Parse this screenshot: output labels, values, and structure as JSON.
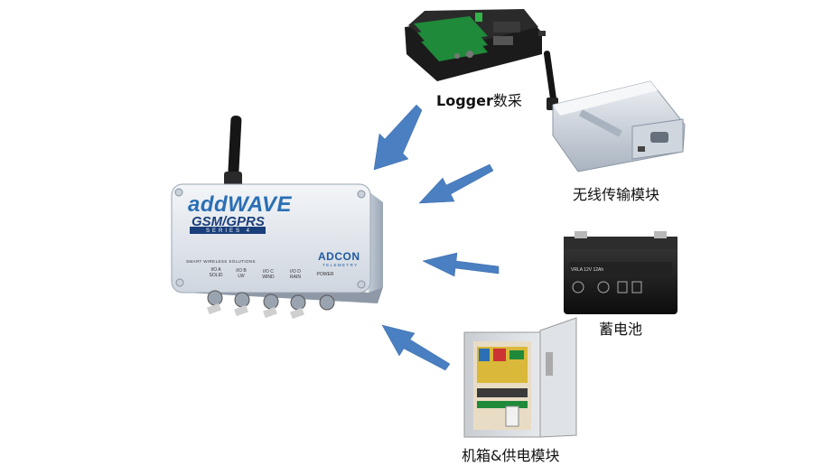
{
  "labels": {
    "logger_en": "Logger",
    "logger_cn": "数采",
    "gprs_module": "无线传输模块",
    "battery": "蓄电池",
    "cabinet_pre": "机箱",
    "cabinet_amp": "&",
    "cabinet_post": "供电模块"
  },
  "device": {
    "brand": "addWAVE",
    "model": "GSM/GPRS",
    "series": "SERIES 4",
    "maker": "ADCON",
    "maker_sub": "TELEMETRY",
    "slogan": "SMART WIRELESS SOLUTIONS",
    "ports": [
      {
        "l1": "I/O A",
        "l2": "SOLID"
      },
      {
        "l1": "I/O B",
        "l2": "LW"
      },
      {
        "l1": "I/O C",
        "l2": "WIND"
      },
      {
        "l1": "I/O D",
        "l2": "RAIN"
      },
      {
        "l1": "POWER",
        "l2": ""
      }
    ]
  },
  "colors": {
    "arrow": "#4a7fc1",
    "arrow_stroke": "#3a6aa8",
    "enclosure": "#e4e8ee",
    "brand_blue": "#2b6fb5"
  },
  "icons": [
    "logger-image",
    "gprs-modem-image",
    "battery-image",
    "cabinet-image",
    "addwave-device-image"
  ]
}
